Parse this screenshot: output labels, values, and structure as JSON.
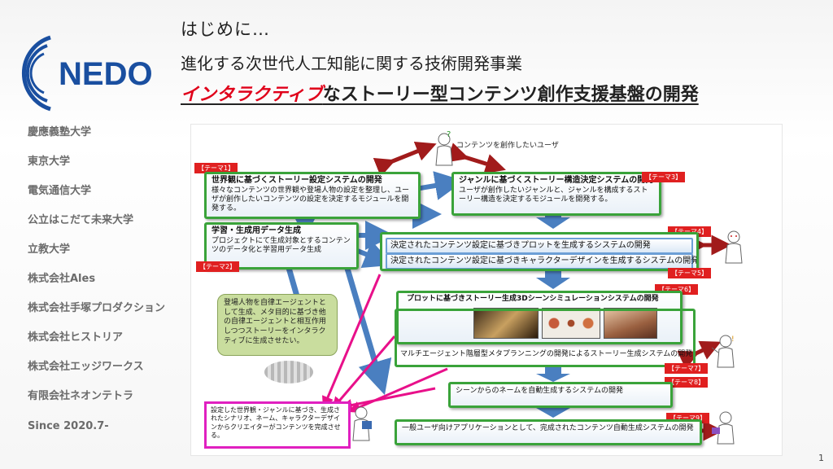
{
  "header": {
    "intro": "はじめに…",
    "subtitle": "進化する次世代人工知能に関する技術開発事業",
    "title_accent": "インタラクティブ",
    "title_rest": "なストーリー型コンテンツ創作支援基盤の開発"
  },
  "logo": {
    "text": "NEDO",
    "color": "#1a4fa0"
  },
  "sidebar": {
    "items": [
      {
        "label": "慶應義塾大学"
      },
      {
        "label": "東京大学"
      },
      {
        "label": "電気通信大学"
      },
      {
        "label": "公立はこだて未来大学"
      },
      {
        "label": "立教大学"
      },
      {
        "label": "株式会社Ales"
      },
      {
        "label": "株式会社手塚プロダクション"
      },
      {
        "label": "株式会社ヒストリア"
      },
      {
        "label": "株式会社エッジワークス"
      },
      {
        "label": "有限会社ネオンテトラ"
      }
    ],
    "since": "Since 2020.7-"
  },
  "page_number": "1",
  "diagram": {
    "user_label": "コンテンツを創作したいユーザ",
    "theme1": {
      "tag": "【テーマ1】",
      "title": "世界観に基づくストーリー設定システムの開発",
      "body": "様々なコンテンツの世界観や登場人物の設定を整理し、ユーザが創作したいコンテンツの設定を決定するモジュールを開発する。"
    },
    "theme2": {
      "tag": "【テーマ2】",
      "title": "学習・生成用データ生成",
      "body": "プロジェクトにて生成対象とするコンテンツのデータ化と学習用データ生成"
    },
    "theme3": {
      "tag": "【テーマ3】",
      "title": "ジャンルに基づくストーリー構造決定システムの開発",
      "body": "ユーザが創作したいジャンルと、ジャンルを構成するストーリー構造を決定するモジュールを開発する。"
    },
    "theme4": {
      "tag": "【テーマ4】",
      "title": "決定されたコンテンツ設定に基づきプロットを生成するシステムの開発"
    },
    "theme5": {
      "tag": "【テーマ5】",
      "title": "決定されたコンテンツ設定に基づきキャラクターデザインを生成するシステムの開発"
    },
    "theme6": {
      "tag": "【テーマ6】",
      "title": "プロットに基づきストーリー生成3Dシーンシミュレーションシステムの開発"
    },
    "theme7": {
      "tag": "【テーマ7】",
      "title": "マルチエージェント階層型メタプランニングの開発によるストーリー生成システムの開発"
    },
    "theme8": {
      "tag": "【テーマ8】",
      "title": "シーンからのネームを自動生成するシステムの開発"
    },
    "theme9": {
      "tag": "【テーマ9】",
      "title": "一般ユーザ向けアプリケーションとして、完成されたコンテンツ自動生成システムの開発"
    },
    "callout": "登場人物を自律エージェントとして生成、メタ目的に基づき他の自律エージェントと相互作用しつつストーリーをインタラクティブに生成させたい。",
    "pink_note": "設定した世界観・ジャンルに基づき、生成されたシナリオ、ネーム、キャラクターデザインからクリエイターがコンテンツを完成させる。",
    "colors": {
      "box_border": "#3aa33a",
      "tag_bg": "#e02020",
      "arrow_blue": "#4a7fc0",
      "arrow_pink": "#e8108a",
      "arrow_red": "#a11b1b"
    }
  }
}
